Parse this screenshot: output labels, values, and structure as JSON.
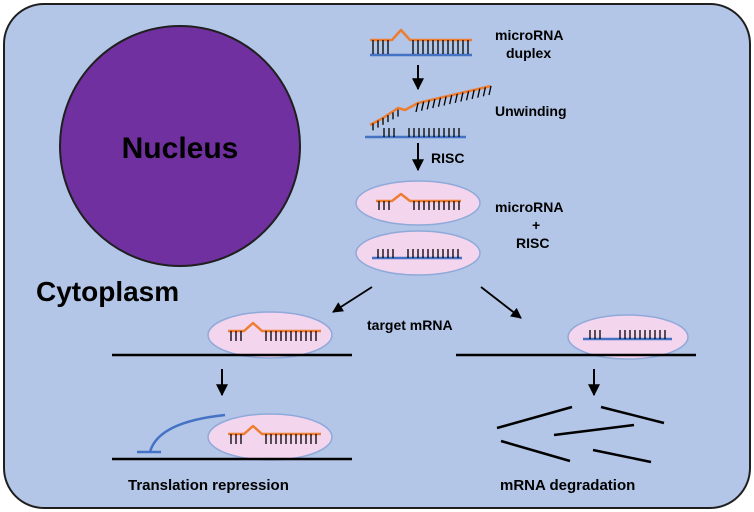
{
  "labels": {
    "nucleus": "Nucleus",
    "cytoplasm": "Cytoplasm",
    "duplex_line1": "microRNA",
    "duplex_line2": "duplex",
    "unwinding": "Unwinding",
    "risc": "RISC",
    "complex_line1": "microRNA",
    "complex_line2": "+",
    "complex_line3": "RISC",
    "target_mrna": "target mRNA",
    "translation_repression": "Translation repression",
    "mrna_degradation": "mRNA degradation"
  },
  "colors": {
    "cytoplasm_fill": "#b3c6e7",
    "cytoplasm_stroke": "#1f1f1f",
    "nucleus_fill": "#7030a0",
    "risc_fill": "#f4d5ee",
    "risc_stroke": "#8fa9d9",
    "microrna_strand": "#ed7d31",
    "mrna_strand": "#4472c4",
    "label_light": "#ffffff",
    "label_dark": "#000000"
  }
}
